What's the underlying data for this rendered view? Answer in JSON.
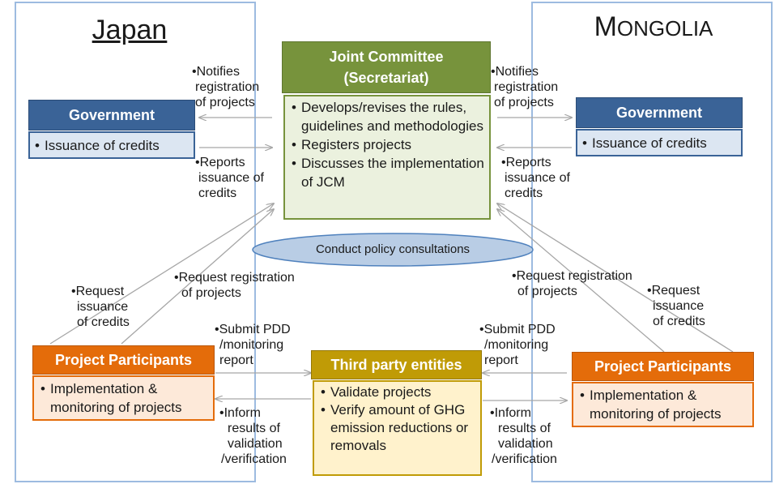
{
  "japan": {
    "title": "Japan"
  },
  "mongolia": {
    "title_first": "M",
    "title_rest": "ONGOLIA"
  },
  "joint_committee": {
    "title_line1": "Joint Committee",
    "title_line2": "(Secretariat)",
    "items": [
      "Develops/revises the rules, guidelines and methodologies",
      "Registers projects",
      "Discusses the implementation of JCM"
    ]
  },
  "japan_government": {
    "title": "Government",
    "items": [
      "Issuance of credits"
    ]
  },
  "mongolia_government": {
    "title": "Government",
    "items": [
      "Issuance of credits"
    ]
  },
  "policy_consultations": {
    "label": "Conduct policy consultations"
  },
  "japan_participants": {
    "title": "Project Participants",
    "items": [
      "Implementation & monitoring of projects"
    ]
  },
  "mongolia_participants": {
    "title": "Project Participants",
    "items": [
      "Implementation & monitoring of projects"
    ]
  },
  "third_party": {
    "title": "Third party entities",
    "items": [
      "Validate projects",
      "Verify amount of GHG emission reductions or removals"
    ]
  },
  "labels": {
    "notifies_left": [
      "•Notifies",
      "registration",
      "of projects"
    ],
    "notifies_right": [
      "•Notifies",
      "registration",
      "of projects"
    ],
    "reports_left": [
      "•Reports",
      "issuance of",
      "credits"
    ],
    "reports_right": [
      "•Reports",
      "issuance of",
      "credits"
    ],
    "request_issuance_left": [
      "•Request",
      "issuance",
      "of credits"
    ],
    "request_issuance_right": [
      "•Request",
      "issuance",
      "of credits"
    ],
    "request_registration_left": [
      "•Request registration",
      "of projects"
    ],
    "request_registration_right": [
      "•Request registration",
      "of projects"
    ],
    "submit_left": [
      "•Submit PDD",
      "/monitoring",
      "report"
    ],
    "submit_right": [
      "•Submit PDD",
      "/monitoring",
      "report"
    ],
    "inform_left": [
      "•Inform",
      "results of",
      "validation",
      "/verification"
    ],
    "inform_right": [
      "•Inform",
      "results of",
      "validation",
      "/verification"
    ]
  },
  "colors": {
    "frame": "#9dbbe0",
    "government_head": "#3a6397",
    "government_body": "#dce6f2",
    "jc_head": "#77933c",
    "jc_body": "#ebf1de",
    "participants_head": "#e46c0a",
    "participants_body": "#fde9d9",
    "third_head": "#c09b06",
    "third_body": "#fff2cc",
    "ellipse_fill": "#b9cde5",
    "ellipse_stroke": "#4f81bd",
    "arrow": "#a6a6a6"
  }
}
